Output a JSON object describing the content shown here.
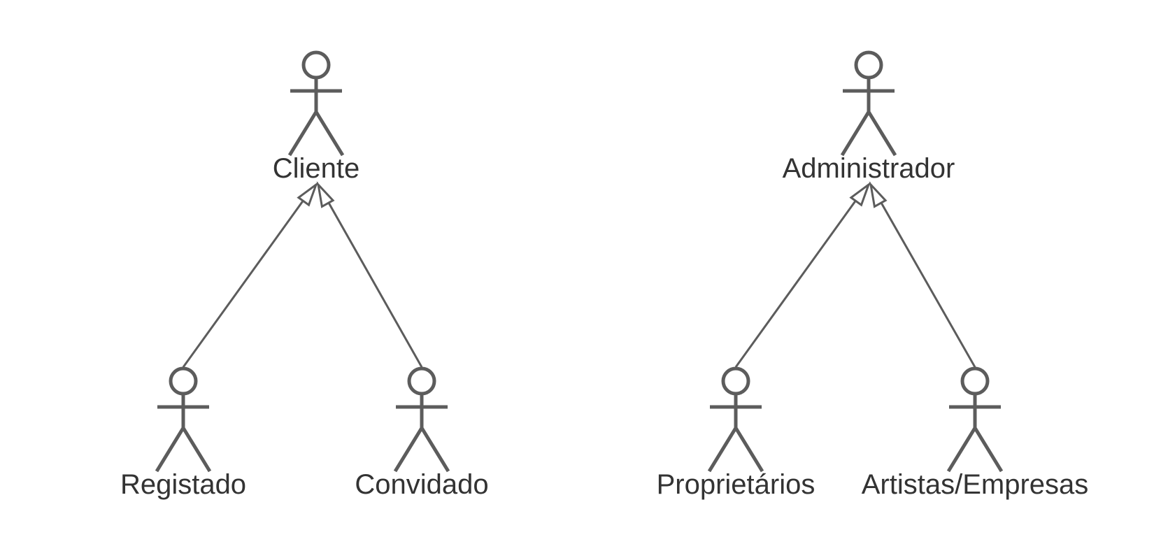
{
  "diagram": {
    "type": "uml-use-case-actor-generalization",
    "colors": {
      "stroke": "#5c5c5c",
      "text": "#333333",
      "background": "#ffffff"
    },
    "actors": [
      {
        "id": "cliente",
        "label": "Cliente"
      },
      {
        "id": "registado",
        "label": "Registado"
      },
      {
        "id": "convidado",
        "label": "Convidado"
      },
      {
        "id": "administrador",
        "label": "Administrador"
      },
      {
        "id": "proprietarios",
        "label": "Proprietários"
      },
      {
        "id": "artistas",
        "label": "Artistas/Empresas"
      }
    ],
    "generalizations": [
      {
        "from": "registado",
        "to": "cliente"
      },
      {
        "from": "convidado",
        "to": "cliente"
      },
      {
        "from": "proprietarios",
        "to": "administrador"
      },
      {
        "from": "artistas",
        "to": "administrador"
      }
    ]
  }
}
